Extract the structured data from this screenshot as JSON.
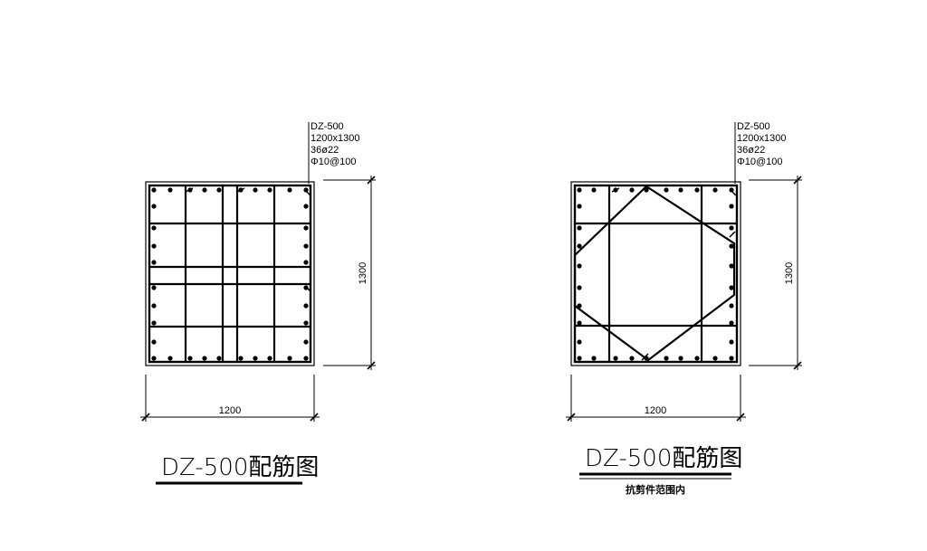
{
  "drawings": [
    {
      "id": "left",
      "note": {
        "line1": "DZ-500",
        "line2": "1200x1300",
        "line3": "36ø22",
        "line4": "Φ10@100"
      },
      "width_dim": "1200",
      "height_dim": "1300",
      "title": "DZ-500配筋图",
      "subtitle": ""
    },
    {
      "id": "right",
      "note": {
        "line1": "DZ-500",
        "line2": "1200x1300",
        "line3": "36ø22",
        "line4": "Φ10@100"
      },
      "width_dim": "1200",
      "height_dim": "1300",
      "title": "DZ-500配筋图",
      "subtitle": "抗剪件范围内"
    }
  ]
}
